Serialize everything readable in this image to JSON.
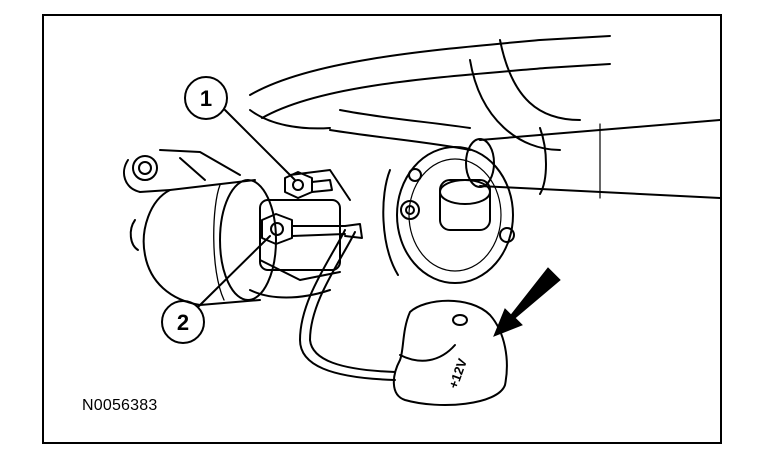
{
  "figure": {
    "id": "N0056383"
  },
  "callouts": [
    {
      "number": "1"
    },
    {
      "number": "2"
    }
  ],
  "boot_label": "+12V",
  "colors": {
    "line": "#000000",
    "background": "#ffffff"
  }
}
